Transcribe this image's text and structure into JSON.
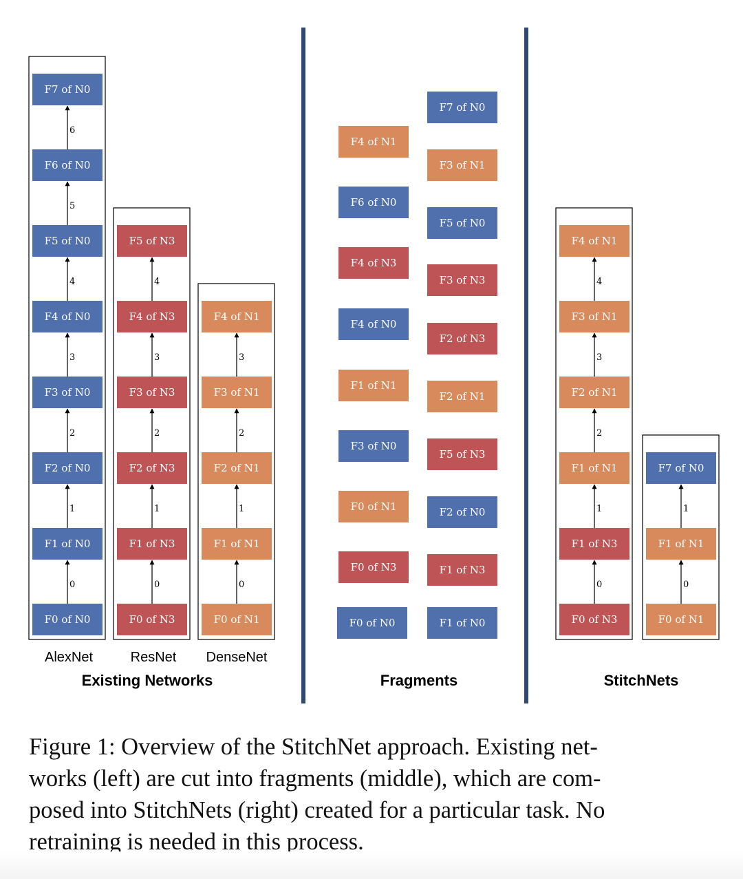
{
  "colors": {
    "N0": "#4f6fad",
    "N1": "#d98a5c",
    "N3": "#bf5457",
    "divider": "#2e4a6e",
    "arrow": "#000000"
  },
  "sections": {
    "existing": "Existing Networks",
    "fragments": "Fragments",
    "stitchnets": "StitchNets"
  },
  "networks": [
    {
      "name": "AlexNet",
      "nodes": [
        {
          "label": "F0 of N0",
          "net": "N0"
        },
        {
          "label": "F1 of N0",
          "net": "N0"
        },
        {
          "label": "F2 of N0",
          "net": "N0"
        },
        {
          "label": "F3 of N0",
          "net": "N0"
        },
        {
          "label": "F4 of N0",
          "net": "N0"
        },
        {
          "label": "F5 of N0",
          "net": "N0"
        },
        {
          "label": "F6 of N0",
          "net": "N0"
        },
        {
          "label": "F7 of N0",
          "net": "N0"
        }
      ],
      "edges": [
        "0",
        "1",
        "2",
        "3",
        "4",
        "5",
        "6"
      ]
    },
    {
      "name": "ResNet",
      "nodes": [
        {
          "label": "F0 of N3",
          "net": "N3"
        },
        {
          "label": "F1 of N3",
          "net": "N3"
        },
        {
          "label": "F2 of N3",
          "net": "N3"
        },
        {
          "label": "F3 of N3",
          "net": "N3"
        },
        {
          "label": "F4 of N3",
          "net": "N3"
        },
        {
          "label": "F5 of N3",
          "net": "N3"
        }
      ],
      "edges": [
        "0",
        "1",
        "2",
        "3",
        "4"
      ]
    },
    {
      "name": "DenseNet",
      "nodes": [
        {
          "label": "F0 of N1",
          "net": "N1"
        },
        {
          "label": "F1 of N1",
          "net": "N1"
        },
        {
          "label": "F2 of N1",
          "net": "N1"
        },
        {
          "label": "F3 of N1",
          "net": "N1"
        },
        {
          "label": "F4 of N1",
          "net": "N1"
        }
      ],
      "edges": [
        "0",
        "1",
        "2",
        "3"
      ]
    }
  ],
  "fragments": {
    "left": [
      {
        "label": "F4 of N1",
        "net": "N1"
      },
      {
        "label": "F6 of N0",
        "net": "N0"
      },
      {
        "label": "F4 of N3",
        "net": "N3"
      },
      {
        "label": "F4 of N0",
        "net": "N0"
      },
      {
        "label": "F1 of N1",
        "net": "N1"
      },
      {
        "label": "F3 of N0",
        "net": "N0"
      },
      {
        "label": "F0 of N1",
        "net": "N1"
      },
      {
        "label": "F0 of N3",
        "net": "N3"
      },
      {
        "label": "F0 of N0",
        "net": "N0"
      }
    ],
    "right": [
      {
        "label": "F7 of N0",
        "net": "N0"
      },
      {
        "label": "F3 of N1",
        "net": "N1"
      },
      {
        "label": "F5 of N0",
        "net": "N0"
      },
      {
        "label": "F3 of N3",
        "net": "N3"
      },
      {
        "label": "F2 of N3",
        "net": "N3"
      },
      {
        "label": "F2 of N1",
        "net": "N1"
      },
      {
        "label": "F5 of N3",
        "net": "N3"
      },
      {
        "label": "F2 of N0",
        "net": "N0"
      },
      {
        "label": "F1 of N3",
        "net": "N3"
      },
      {
        "label": "F1 of N0",
        "net": "N0"
      }
    ]
  },
  "stitchnets": [
    {
      "nodes": [
        {
          "label": "F0 of N3",
          "net": "N3"
        },
        {
          "label": "F1 of N3",
          "net": "N3"
        },
        {
          "label": "F1 of N1",
          "net": "N1"
        },
        {
          "label": "F2 of N1",
          "net": "N1"
        },
        {
          "label": "F3 of N1",
          "net": "N1"
        },
        {
          "label": "F4 of N1",
          "net": "N1"
        }
      ],
      "edges": [
        "0",
        "1",
        "2",
        "3",
        "4"
      ]
    },
    {
      "nodes": [
        {
          "label": "F0 of N1",
          "net": "N1"
        },
        {
          "label": "F1 of N1",
          "net": "N1"
        },
        {
          "label": "F7 of N0",
          "net": "N0"
        }
      ],
      "edges": [
        "0",
        "1"
      ]
    }
  ],
  "caption": {
    "lines": [
      "Figure 1: Overview of the StitchNet approach. Existing net-",
      "works (left) are cut into fragments (middle), which are com-",
      "posed into StitchNets (right) created for a particular task. No",
      "retraining is needed in this process."
    ]
  }
}
